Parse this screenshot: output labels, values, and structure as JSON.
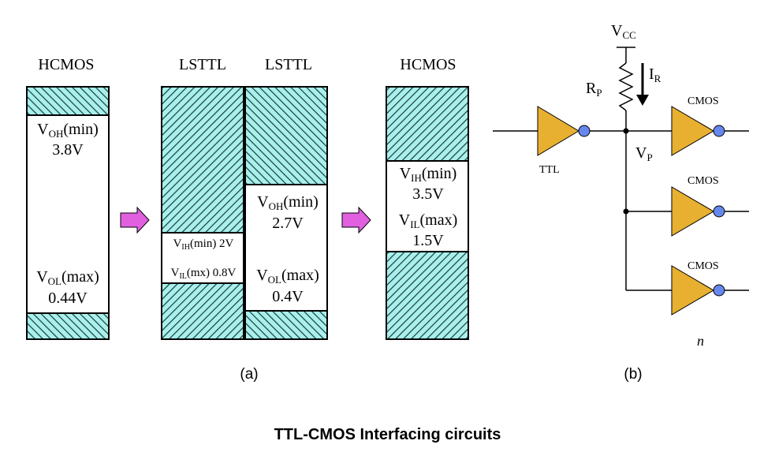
{
  "colors": {
    "cyan_fill": "#a8f0ec",
    "hatch": "#1a3a3a",
    "arrow_fill": "#e060e0",
    "gate_fill": "#e8b030",
    "bubble_fill": "#6688ee"
  },
  "panel_a": {
    "label": "(a)",
    "hcmos_left": {
      "title": "HCMOS",
      "voh_main": "V",
      "voh_sub": "OH",
      "voh_tail": "(min)",
      "voh_value": "3.8V",
      "vol_main": "V",
      "vol_sub": "OL",
      "vol_tail": "(max)",
      "vol_value": "0.44V"
    },
    "lsttl_in": {
      "title": "LSTTL",
      "vih_main": "V",
      "vih_sub": "IH",
      "vih_tail": "(min) 2V",
      "vil_main": "V",
      "vil_sub": "IL",
      "vil_tail": "(mx) 0.8V"
    },
    "lsttl_out": {
      "title": "LSTTL",
      "voh_main": "V",
      "voh_sub": "OH",
      "voh_tail": "(min)",
      "voh_value": "2.7V",
      "vol_main": "V",
      "vol_sub": "OL",
      "vol_tail": "(max)",
      "vol_value": "0.4V"
    },
    "hcmos_right": {
      "title": "HCMOS",
      "vih_main": "V",
      "vih_sub": "IH",
      "vih_tail": "(min)",
      "vih_value": "3.5V",
      "vil_main": "V",
      "vil_sub": "IL",
      "vil_tail": "(max)",
      "vil_value": "1.5V"
    }
  },
  "panel_b": {
    "label": "(b)",
    "vcc_main": "V",
    "vcc_sub": "CC",
    "ir_main": "I",
    "ir_sub": "R",
    "rp_main": "R",
    "rp_sub": "P",
    "vp_main": "V",
    "vp_sub": "P",
    "ttl_label": "TTL",
    "cmos_labels": [
      "CMOS",
      "CMOS",
      "CMOS"
    ],
    "n_label": "n"
  },
  "caption": "TTL-CMOS Interfacing circuits"
}
